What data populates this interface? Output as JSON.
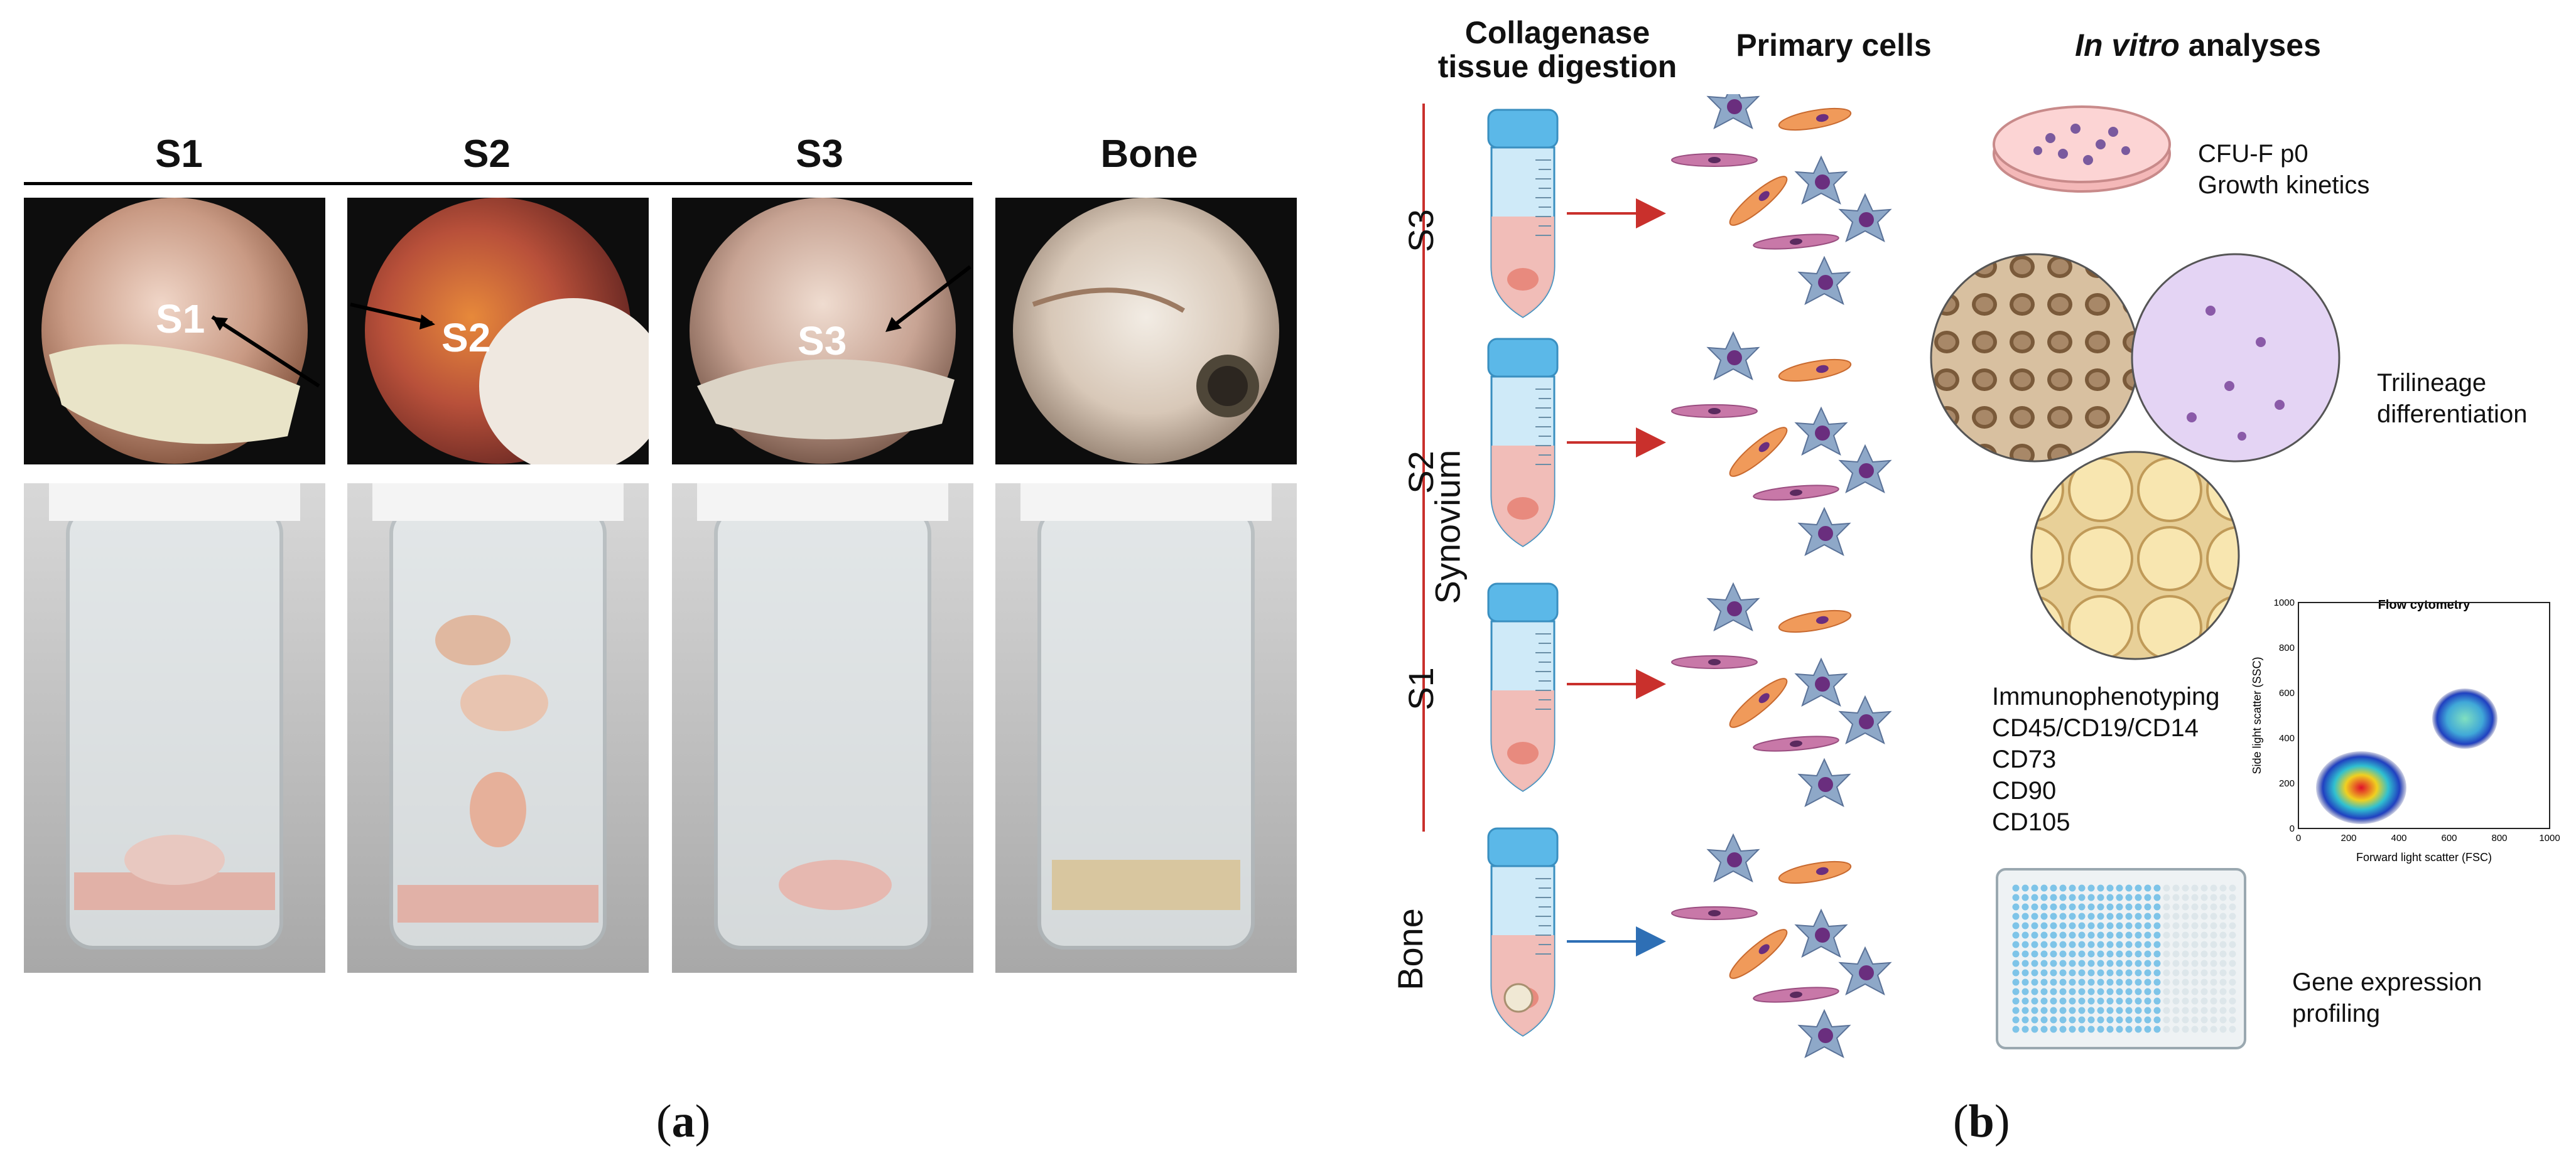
{
  "figure_a": {
    "headers": [
      "S1",
      "S2",
      "S3",
      "Bone"
    ],
    "arthroscopy_labels": [
      "S1",
      "S2",
      "S3"
    ],
    "caption_letter": "a"
  },
  "figure_b": {
    "column_headers": {
      "digestion": "Collagenase tissue digestion",
      "cells": "Primary cells",
      "analyses_italic": "In vitro",
      "analyses_rest": " analyses"
    },
    "group_label": "Synovium",
    "rows": [
      "S3",
      "S2",
      "S1",
      "Bone"
    ],
    "analyses": {
      "cfu_line1": "CFU-F p0",
      "cfu_line2": "Growth kinetics",
      "trilineage_line1": "Trilineage",
      "trilineage_line2": "differentiation",
      "immuno": [
        "Immunophenotyping",
        "CD45/CD19/CD14",
        "CD73",
        "CD90",
        "CD105"
      ],
      "gene_line1": "Gene expression",
      "gene_line2": "profiling"
    },
    "flow": {
      "title": "Flow cytometry",
      "xlabel": "Forward light scatter (FSC)",
      "ylabel": "Side light scatter (SSC)",
      "xticks": [
        "0",
        "200",
        "400",
        "600",
        "800",
        "1000"
      ],
      "yticks": [
        "0",
        "200",
        "400",
        "600",
        "800",
        "1000"
      ]
    },
    "caption_letter": "b",
    "colors": {
      "synovium_arrow": "#c9302c",
      "bone_arrow": "#2e6fb5",
      "tube": "#5bb8e8"
    }
  }
}
